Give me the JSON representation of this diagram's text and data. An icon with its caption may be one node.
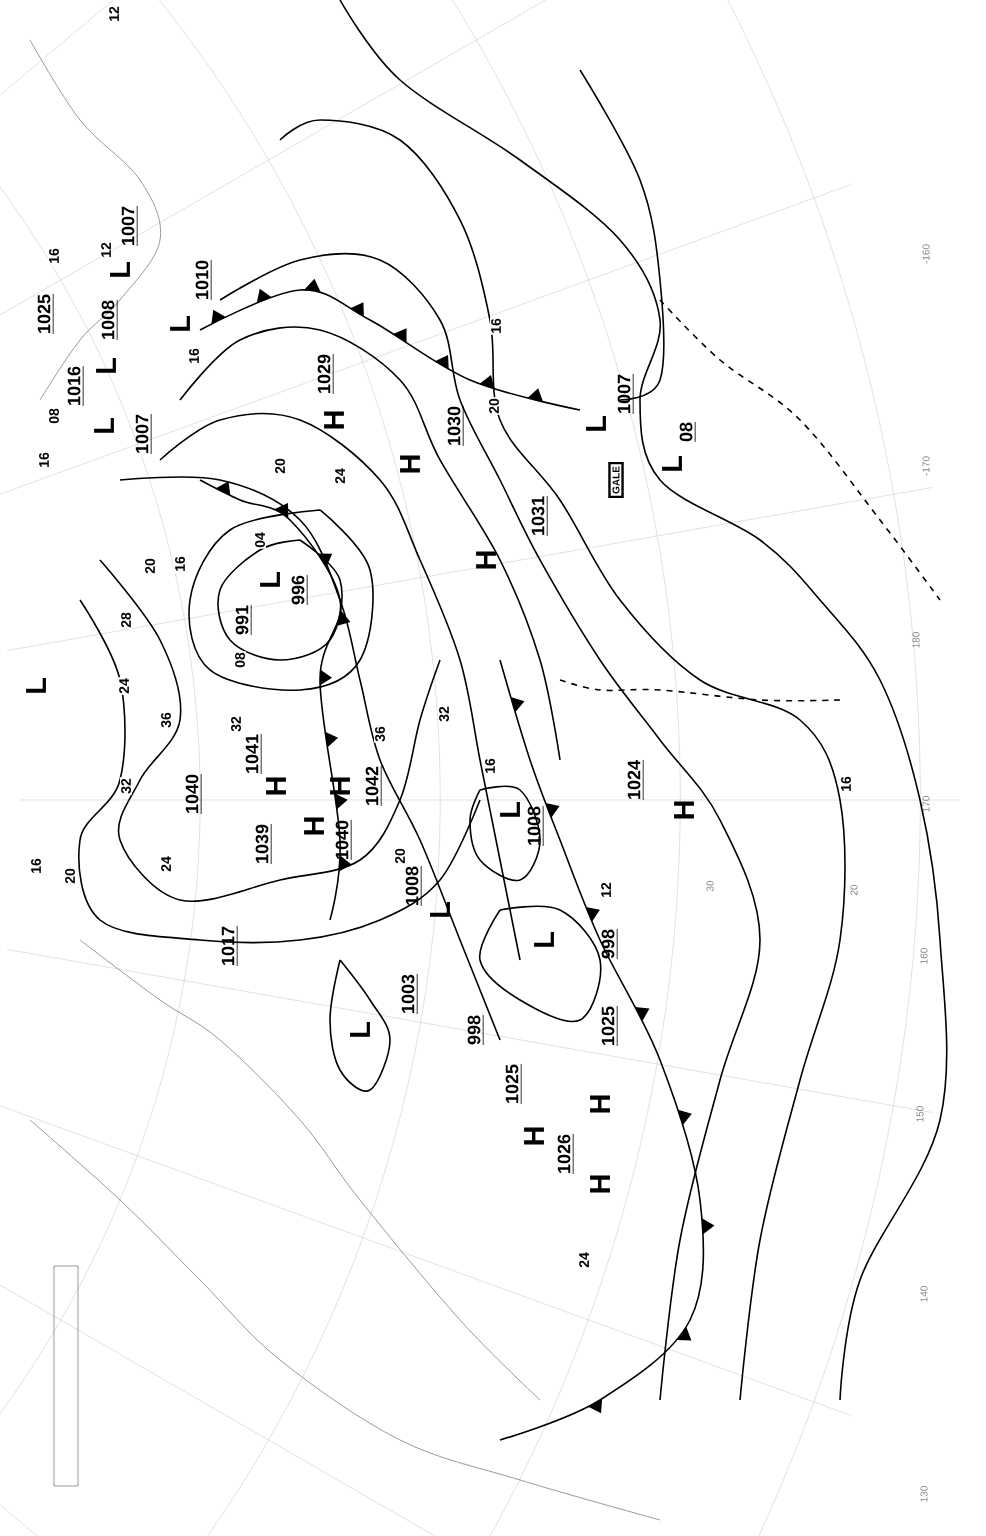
{
  "diagram": {
    "nodes": [
      {
        "text": [
          "GALE"
        ]
      }
    ],
    "labels": [
      "12",
      "1007",
      "12",
      "-160",
      "16",
      "L",
      "1010",
      "1025",
      "1008",
      "L",
      "16",
      "16",
      "L",
      "1029",
      "1016",
      "1007",
      "20",
      "08",
      "H",
      "L",
      "L",
      "1030",
      "08",
      "1007",
      "16",
      "H",
      "L",
      "20",
      "-170",
      "24",
      "1031",
      "04",
      "H",
      "16",
      "20",
      "L",
      "996",
      "28",
      "991",
      "180",
      "08",
      "L",
      "24",
      "32",
      "36",
      "32",
      "36",
      "1041",
      "16",
      "1024",
      "16",
      "32",
      "H",
      "H",
      "1042",
      "1040",
      "170",
      "L",
      "H",
      "H",
      "1008",
      "1040",
      "1039",
      "20",
      "24",
      "16",
      "20",
      "1008",
      "30",
      "12",
      "20",
      "L",
      "L",
      "998",
      "1017",
      "160",
      "1003",
      "1025",
      "L",
      "998",
      "1025",
      "H",
      "150",
      "H",
      "1026",
      "H",
      "24",
      "140",
      "130"
    ]
  }
}
